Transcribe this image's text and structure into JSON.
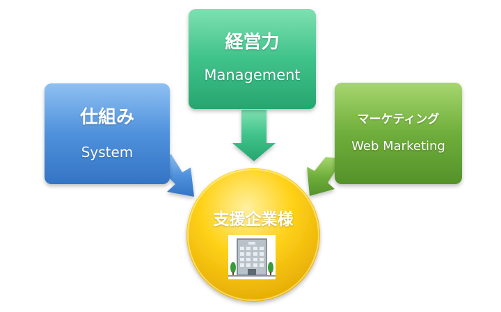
{
  "boxes": {
    "management": {
      "jp": "経営力",
      "en": "Management"
    },
    "system": {
      "jp": "仕組み",
      "en": "System"
    },
    "web": {
      "jp": "マーケティング",
      "en": "Web Marketing"
    }
  },
  "center": {
    "jp": "支援企業様",
    "icon": "office-building-icon"
  },
  "colors": {
    "management": "#3fbf86",
    "system": "#4d8fda",
    "web": "#6aab3a",
    "center": "#f5c400"
  }
}
